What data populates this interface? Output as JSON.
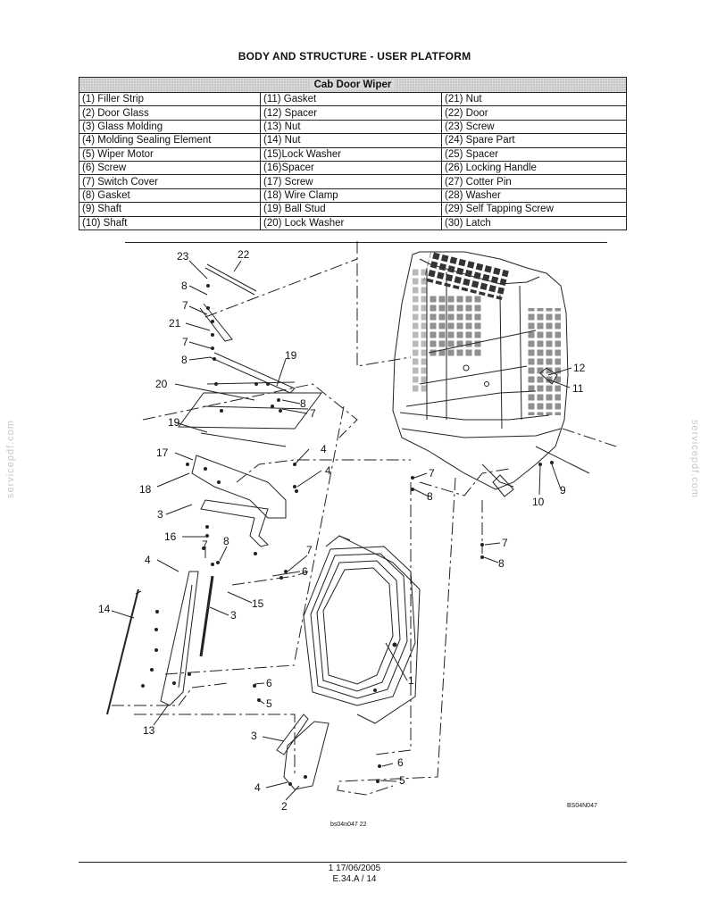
{
  "page_title": "BODY AND STRUCTURE - USER PLATFORM",
  "table": {
    "header": "Cab Door Wiper",
    "rows": [
      [
        "(1) Filler Strip",
        "(11) Gasket",
        "(21) Nut"
      ],
      [
        "(2) Door Glass",
        "(12) Spacer",
        "(22) Door"
      ],
      [
        "(3) Glass Molding",
        "(13) Nut",
        "(23) Screw"
      ],
      [
        "(4) Molding Sealing Element",
        "(14) Nut",
        "(24) Spare Part"
      ],
      [
        "(5) Wiper Motor",
        "(15)Lock Washer",
        "(25) Spacer"
      ],
      [
        "(6) Screw",
        "(16)Spacer",
        "(26) Locking Handle"
      ],
      [
        "(7) Switch Cover",
        "(17) Screw",
        "(27) Cotter Pin"
      ],
      [
        "(8) Gasket",
        "(18) Wire Clamp",
        "(28) Washer"
      ],
      [
        "(9) Shaft",
        "(19) Ball Stud",
        "(29) Self Tapping Screw"
      ],
      [
        "(10) Shaft",
        "(20) Lock Washer",
        "(30) Latch"
      ]
    ]
  },
  "diagram": {
    "callouts": [
      "23",
      "22",
      "8",
      "7",
      "21",
      "7",
      "8",
      "19",
      "20",
      "8",
      "7",
      "19",
      "4",
      "17",
      "4",
      "18",
      "3",
      "16",
      "7",
      "8",
      "7",
      "4",
      "6",
      "14",
      "3",
      "15",
      "6",
      "5",
      "13",
      "3",
      "4",
      "2",
      "6",
      "5",
      "1",
      "12",
      "11",
      "7",
      "8",
      "9",
      "10",
      "7",
      "8"
    ],
    "code_right": "BS04N047",
    "code_bottom": "bs04n047   22"
  },
  "footer": {
    "line1": "1 17/06/2005",
    "line2": "E.34.A / 14"
  },
  "watermarks": {
    "left": "servicepdf.com",
    "right": "servicepdf.com"
  }
}
